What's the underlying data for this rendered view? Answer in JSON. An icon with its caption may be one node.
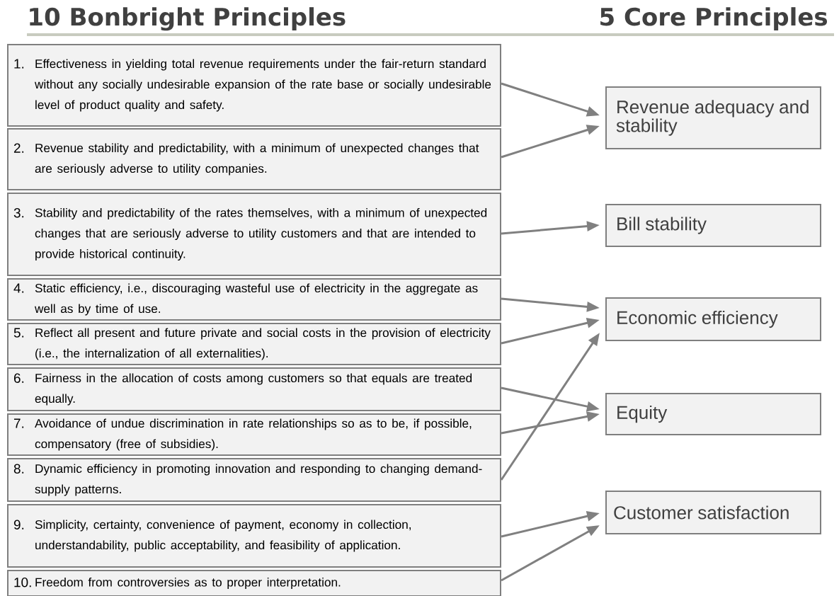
{
  "diagram": {
    "nodes": [
      {
        "text": [
          "1.",
          "Effectiveness in yielding total revenue requirements under the fair-return standard without any socially undesirable expansion of the rate base or socially undesirable level of product quality and safety."
        ]
      },
      {
        "text": [
          "2.",
          "Revenue stability and predictability, with a minimum of unexpected changes that are seriously adverse to utility companies."
        ]
      },
      {
        "text": [
          "3.",
          "Stability and predictability of the rates themselves, with a minimum of unexpected changes that are seriously adverse to utility customers and that are intended to provide historical continuity."
        ]
      },
      {
        "text": [
          "4.",
          "Static efficiency, i.e., discouraging wasteful use of electricity in the aggregate as well as by time of use."
        ]
      },
      {
        "text": [
          "5.",
          "Reflect all present and future private and social costs in the provision of electricity (i.e., the internalization of all externalities)."
        ]
      },
      {
        "text": [
          "6.",
          "Fairness in the allocation of costs among customers so that equals are treated equally."
        ]
      },
      {
        "text": [
          "7.",
          "Avoidance of undue discrimination in rate relationships so as to be, if possible, compensatory (free of subsidies)."
        ]
      },
      {
        "text": [
          "8.",
          "Dynamic efficiency in promoting innovation and responding to changing demand-supply patterns."
        ]
      },
      {
        "text": [
          "9.",
          "Simplicity, certainty, convenience of payment, economy in collection, understandability, public acceptability, and feasibility of application."
        ]
      },
      {
        "text": [
          "10.",
          "Freedom from controversies as to proper interpretation."
        ]
      },
      {
        "text": [
          "Revenue adequacy and stability"
        ]
      },
      {
        "text": [
          "Bill stability"
        ]
      },
      {
        "text": [
          "Economic efficiency"
        ]
      },
      {
        "text": [
          "Equity"
        ]
      },
      {
        "text": [
          "Customer satisfaction"
        ]
      }
    ],
    "edges": [
      {
        "from": 0,
        "to": 10,
        "arrow": "to"
      },
      {
        "from": 1,
        "to": 10,
        "arrow": "to"
      },
      {
        "from": 2,
        "to": 11,
        "arrow": "to"
      },
      {
        "from": 3,
        "to": 12,
        "arrow": "to"
      },
      {
        "from": 4,
        "to": 12,
        "arrow": "to"
      },
      {
        "from": 5,
        "to": 13,
        "arrow": "to"
      },
      {
        "from": 6,
        "to": 13,
        "arrow": "to"
      },
      {
        "from": 7,
        "to": 12,
        "arrow": "to"
      },
      {
        "from": 8,
        "to": 14,
        "arrow": "to"
      },
      {
        "from": 9,
        "to": 14,
        "arrow": "to"
      }
    ],
    "labels": [
      "10 Bonbright Principles",
      "5 Core Principles"
    ]
  }
}
